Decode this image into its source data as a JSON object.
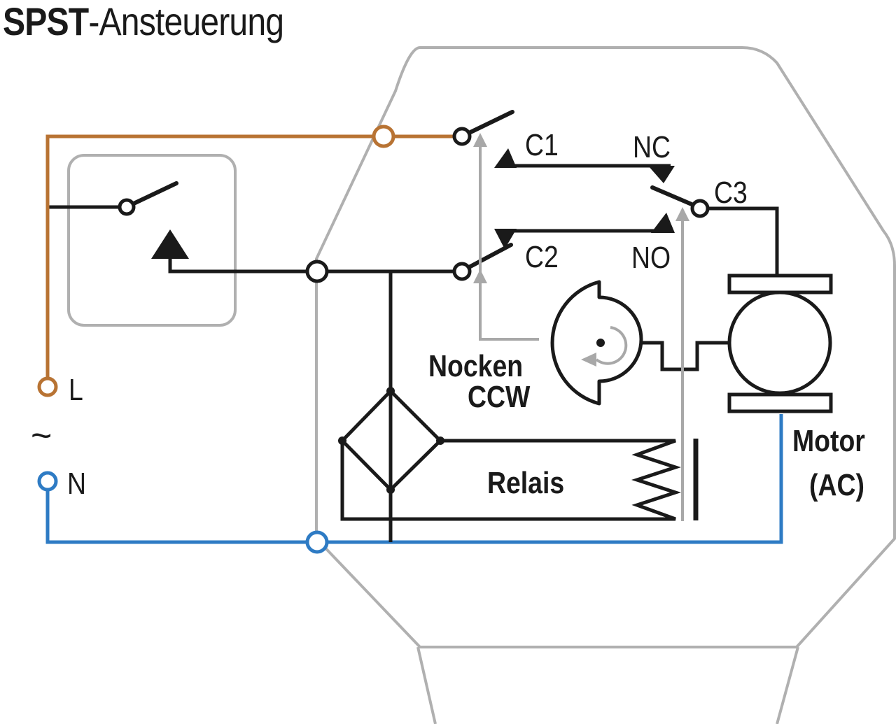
{
  "title": {
    "bold": "SPST",
    "rest": "-Ansteuerung"
  },
  "labels": {
    "c1": "C1",
    "c2": "C2",
    "c3": "C3",
    "nc": "NC",
    "no": "NO",
    "cam_line1": "Nocken",
    "cam_line2": "CCW",
    "relay": "Relais",
    "motor_line1": "Motor",
    "motor_line2": "(AC)",
    "live": "L",
    "neutral": "N",
    "ac_symbol": "~"
  },
  "colors": {
    "live_wire": "#b87333",
    "neutral_wire": "#2e7bc4",
    "housing": "#b0b0b0",
    "circuit": "#1a1a1a",
    "mechanical_link": "#a8a8a8"
  },
  "icons": {
    "external_switch": "spst-switch-icon",
    "cam": "cam-disc-icon",
    "relay": "relay-coil-icon",
    "motor": "ac-motor-icon",
    "rectifier": "bridge-rectifier-icon"
  }
}
